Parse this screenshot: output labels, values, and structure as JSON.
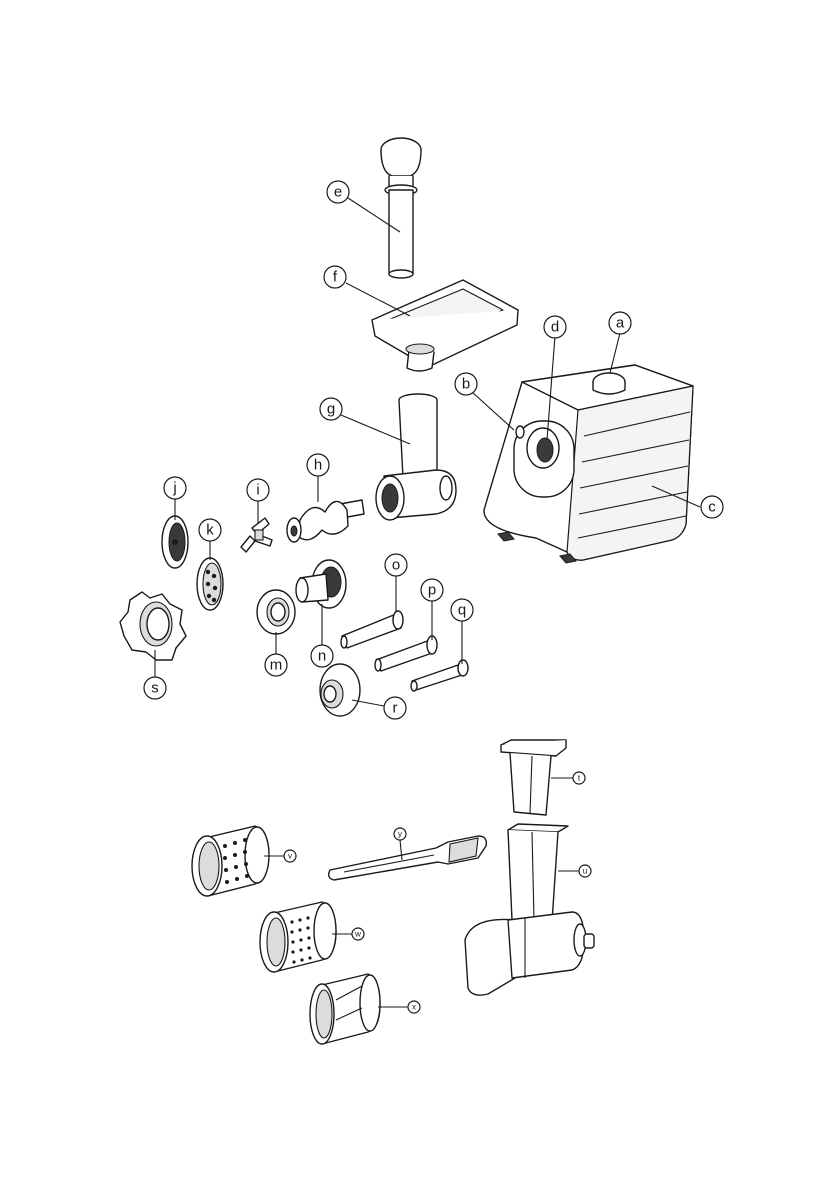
{
  "callouts": {
    "a": "a",
    "b": "b",
    "c": "c",
    "d": "d",
    "e": "e",
    "f": "f",
    "g": "g",
    "h": "h",
    "i": "i",
    "j": "j",
    "k": "k",
    "m": "m",
    "n": "n",
    "o": "o",
    "p": "p",
    "q": "q",
    "r": "r",
    "s": "s",
    "t": "t",
    "u": "u",
    "v": "v",
    "w": "w",
    "x": "x",
    "y": "y"
  },
  "colors": {
    "line": "#1a1a1a",
    "background": "#ffffff",
    "shade": "#dcdcdc"
  }
}
